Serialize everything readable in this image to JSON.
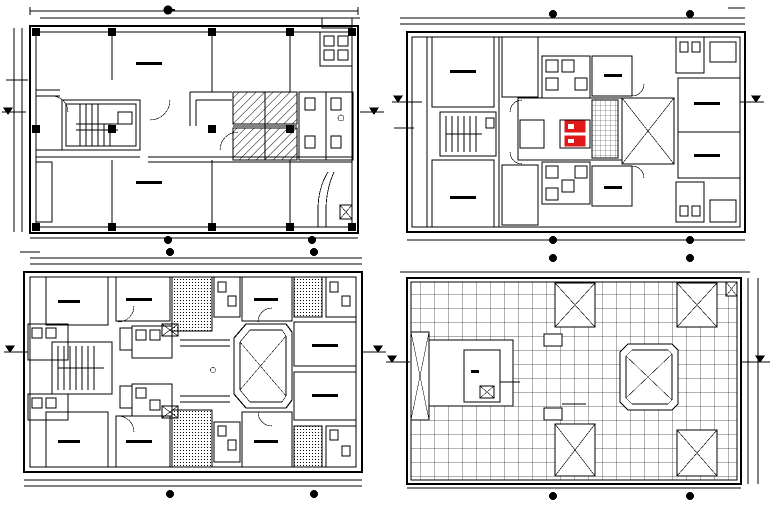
{
  "drawing": {
    "sheets": [
      {
        "id": "ground-floor-plan"
      },
      {
        "id": "typical-floor-plan"
      },
      {
        "id": "second-floor-plan"
      },
      {
        "id": "roof-plan"
      }
    ],
    "colors": {
      "line": "#000000",
      "background": "#ffffff",
      "highlight": "#e01818"
    },
    "icons": [
      "section-arrow-icon",
      "north-marker-icon",
      "stair-icon",
      "hatch-pattern"
    ]
  }
}
